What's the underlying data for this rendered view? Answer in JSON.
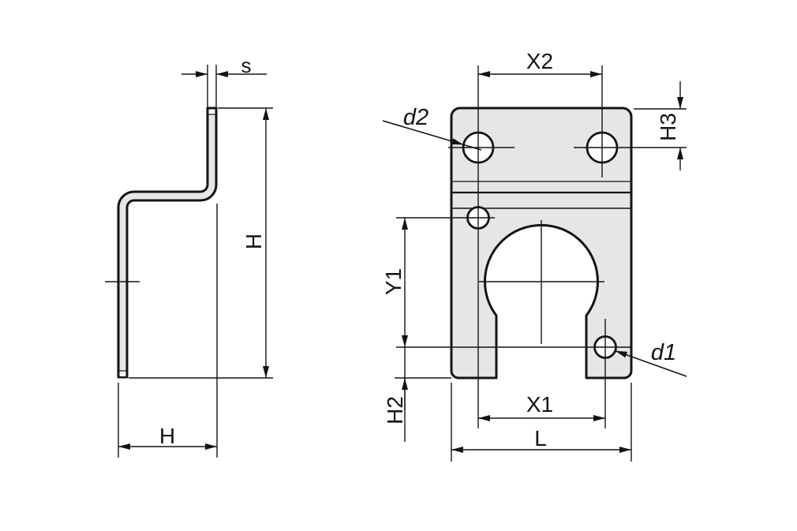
{
  "drawing_type": "technical-drawing",
  "description": "Two-view CAD dimension drawing of a Z-shaped sheet-metal sensor mounting bracket",
  "colors": {
    "background": "#ffffff",
    "part_fill": "#e6e6e6",
    "line": "#141414"
  },
  "views": {
    "side_view": {
      "name": "side-profile-view",
      "labels": {
        "thickness": "s",
        "height": "H",
        "depth": "H"
      }
    },
    "front_view": {
      "name": "front-view",
      "labels": {
        "top_hole_spacing": "X2",
        "top_hole_offset": "H3",
        "top_hole_diameter": "d2",
        "hole_vertical_spacing": "Y1",
        "bottom_hole_offset": "H2",
        "bottom_hole_spacing": "X1",
        "overall_width": "L",
        "bottom_hole_diameter": "d1"
      }
    }
  }
}
